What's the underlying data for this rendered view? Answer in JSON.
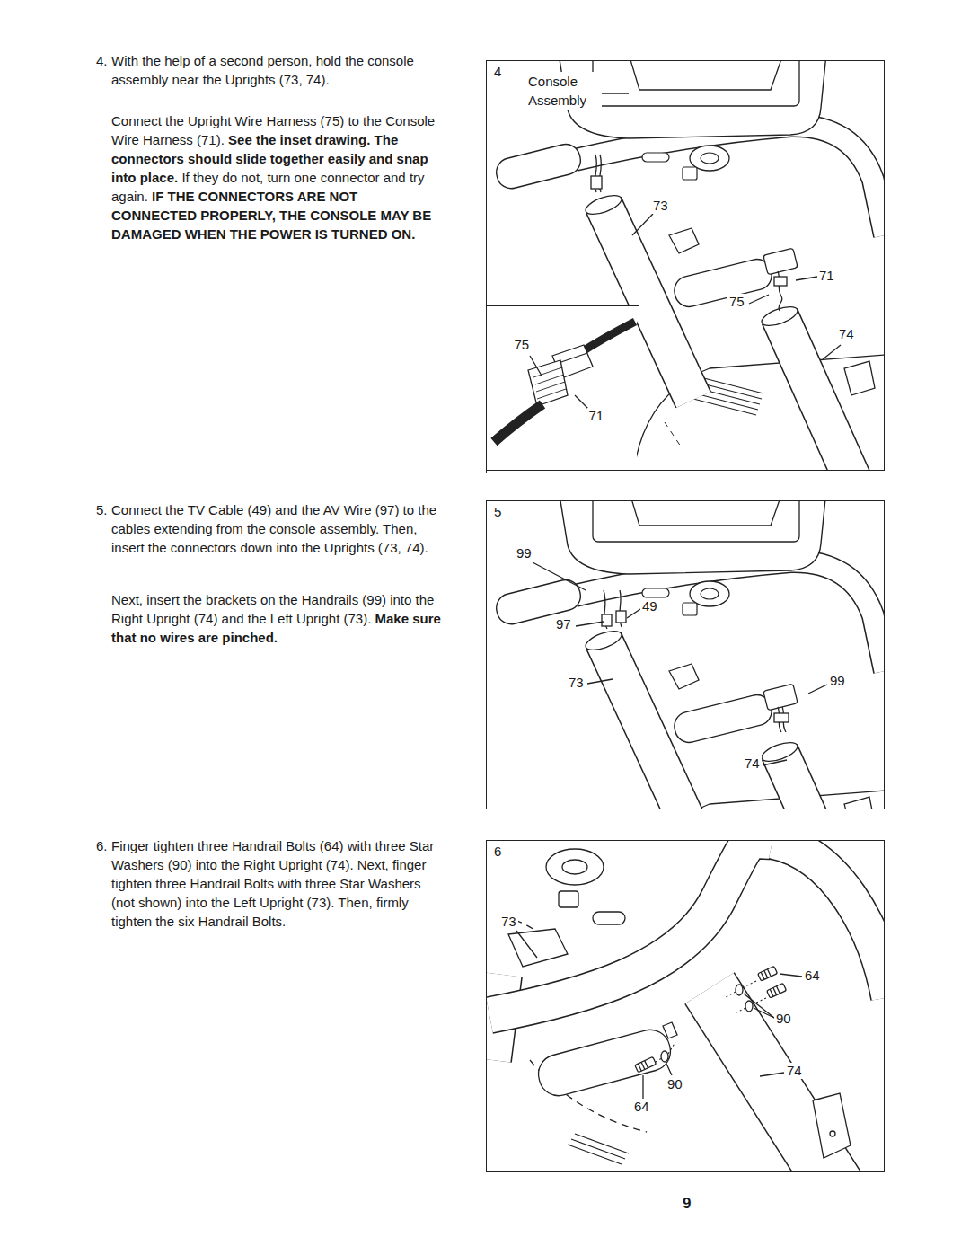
{
  "diagram": {
    "nodes": [
      {
        "text": [
          "4"
        ]
      },
      {
        "text": [
          "75",
          "71"
        ],
        "in": 0
      },
      {
        "text": [
          "5"
        ]
      },
      {
        "text": [
          "6"
        ]
      }
    ],
    "labels": [
      "4.",
      "With the help of a second person, hold the console assembly near the Uprights (73, 74).",
      "Connect the Upright Wire Harness (75) to the Console Wire Harness (71).",
      "See the inset drawing. The connectors should slide together easily and snap into place.",
      "If they do not, turn one connector and try again.",
      "IF THE CONNECTORS ARE NOT CONNECTED PROPERLY, THE CONSOLE MAY BE DAMAGED WHEN THE POWER IS TURNED ON.",
      "5.",
      "Connect the TV Cable (49) and the AV Wire (97) to the cables extending from the console assembly. Then, insert the connectors down into the Uprights (73, 74).",
      "Next, insert the brackets on the Handrails (99) into the Right Upright (74) and the Left Upright (73).",
      "Make sure that no wires are pinched.",
      "6.",
      "Finger tighten three Handrail Bolts (64) with three Star Washers (90) into the Right Upright (74). Next, finger tighten three Handrail Bolts with three Star Washers (not shown) into the Left Upright (73). Then, firmly tighten the six Handrail Bolts.",
      "Console Assembly",
      "73",
      "71",
      "75",
      "74",
      "99",
      "49",
      "97",
      "73",
      "99",
      "74",
      "73",
      "64",
      "90",
      "74",
      "90",
      "64",
      "9"
    ]
  }
}
